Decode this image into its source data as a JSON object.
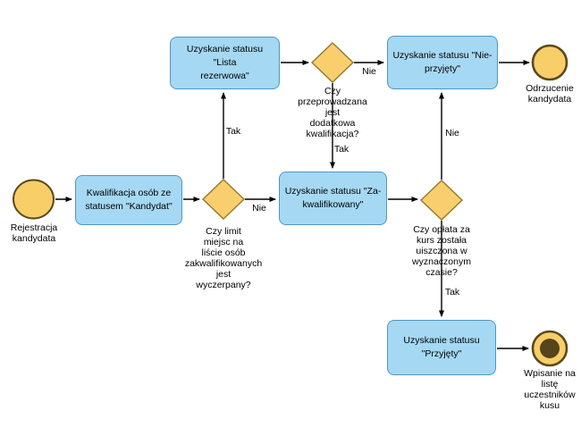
{
  "colors": {
    "bg": "#ffffff",
    "task_fill": "#A5D8F2",
    "task_border": "#5096C4",
    "gateway_fill": "#F9CF6E",
    "gateway_border": "#97772C",
    "event_fill": "#F8CE68",
    "event_border": "#5B4A1B",
    "event_inner": "#54451A",
    "arrow": "#000000",
    "text": "#000000"
  },
  "nodes": {
    "start_event": {
      "label": "Rejestracja\nkandydata"
    },
    "task_kwalifikacja": {
      "label": "Kwalifikacja osób ze\nstatusem \"Kandydat\""
    },
    "gateway_limit": {
      "label": "Czy limit\nmiejsc na\nliście osób\nzakwalifikowanych\njest\nwyczerpany?"
    },
    "task_lista_rezerwowa": {
      "label": "Uzyskanie statusu \"Lista\nrezerwowa\""
    },
    "gateway_dodatkowa": {
      "label": "Czy\nprzeprowadzana\njest\ndodatkowa\nkwalifikacja?"
    },
    "task_nieprzyjety": {
      "label": "Uzyskanie statusu \"Nie-\nprzyjęty\""
    },
    "end_odrzucenie": {
      "label": "Odrzucenie\nkandydata"
    },
    "task_zakwalifikowany": {
      "label": "Uzyskanie statusu \"Za-\nkwalifikowany\""
    },
    "gateway_oplata": {
      "label": "Czy opłata za\nkurs została\nuiszczona w\nwyznaczonym\nczasie?"
    },
    "task_przyjety": {
      "label": "Uzyskanie statusu\n\"Przyjęty\""
    },
    "end_wpisanie": {
      "label": "Wpisanie na\nlistę\nuczestników\nkusu"
    }
  },
  "edge_labels": {
    "limit_tak": "Tak",
    "limit_nie": "Nie",
    "dodatkowa_nie": "Nie",
    "dodatkowa_tak": "Tak",
    "oplata_nie": "Nie",
    "oplata_tak": "Tak"
  }
}
